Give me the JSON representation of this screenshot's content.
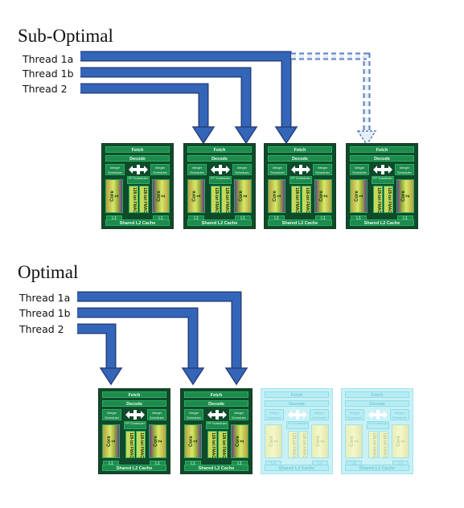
{
  "sections": [
    {
      "heading": "Sub-Optimal",
      "threads": [
        "Thread 1a",
        "Thread 1b",
        "Thread 2"
      ]
    },
    {
      "heading": "Optimal",
      "threads": [
        "Thread 1a",
        "Thread 1b",
        "Thread 2"
      ]
    }
  ],
  "module_labels": {
    "fetch": "Fetch",
    "decode": "Decode",
    "int_sched": "Integer Scheduler",
    "fp_sched": "FP Scheduler",
    "core1": "Core 1",
    "core2": "Core 2",
    "fmac": "128-bit FMAC",
    "l1": "L1",
    "l2": "Shared L2 Cache"
  },
  "colors": {
    "arrow": "#3366b8",
    "arrow_dark": "#2a3f7a",
    "module_active": "#0f4a2b",
    "module_inactive": "#c8f1f6"
  }
}
